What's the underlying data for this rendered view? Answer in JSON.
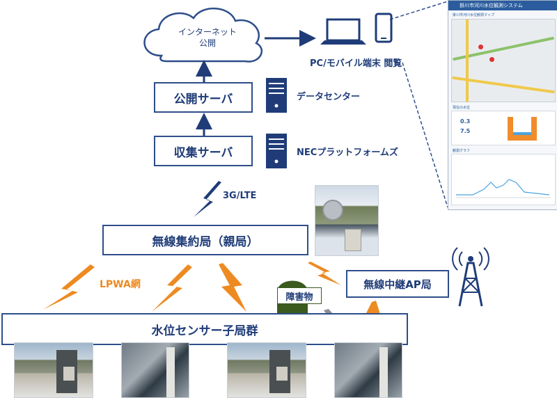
{
  "cloud": {
    "line1": "インターネット",
    "line2": "公開"
  },
  "devices": {
    "label": "PC/モバイル端末 閲覧"
  },
  "servers": {
    "public_server": "公開サーバ",
    "collect_server": "収集サーバ",
    "public_server_site": "データセンター",
    "collect_server_site": "NECプラットフォームズ"
  },
  "links": {
    "cellular": "3G/LTE",
    "lpwa": "LPWA網"
  },
  "nodes": {
    "aggregator": "無線集約局（親局）",
    "relay": "無線中継AP局",
    "obstacle": "障害物",
    "sensors": "水位センサー子局群"
  },
  "screen": {
    "title": "掛川市河川水位観測システム",
    "map_title": "掛川市河川水位観測マップ",
    "status_title": "現在の水位",
    "value1": "0.3",
    "value2": "7.5",
    "graph_title": "観測グラフ"
  },
  "colors": {
    "navy": "#1f3c78",
    "orange": "#ed8a22",
    "gray": "#8a8f96",
    "screen_header": "#2b5d9e"
  }
}
